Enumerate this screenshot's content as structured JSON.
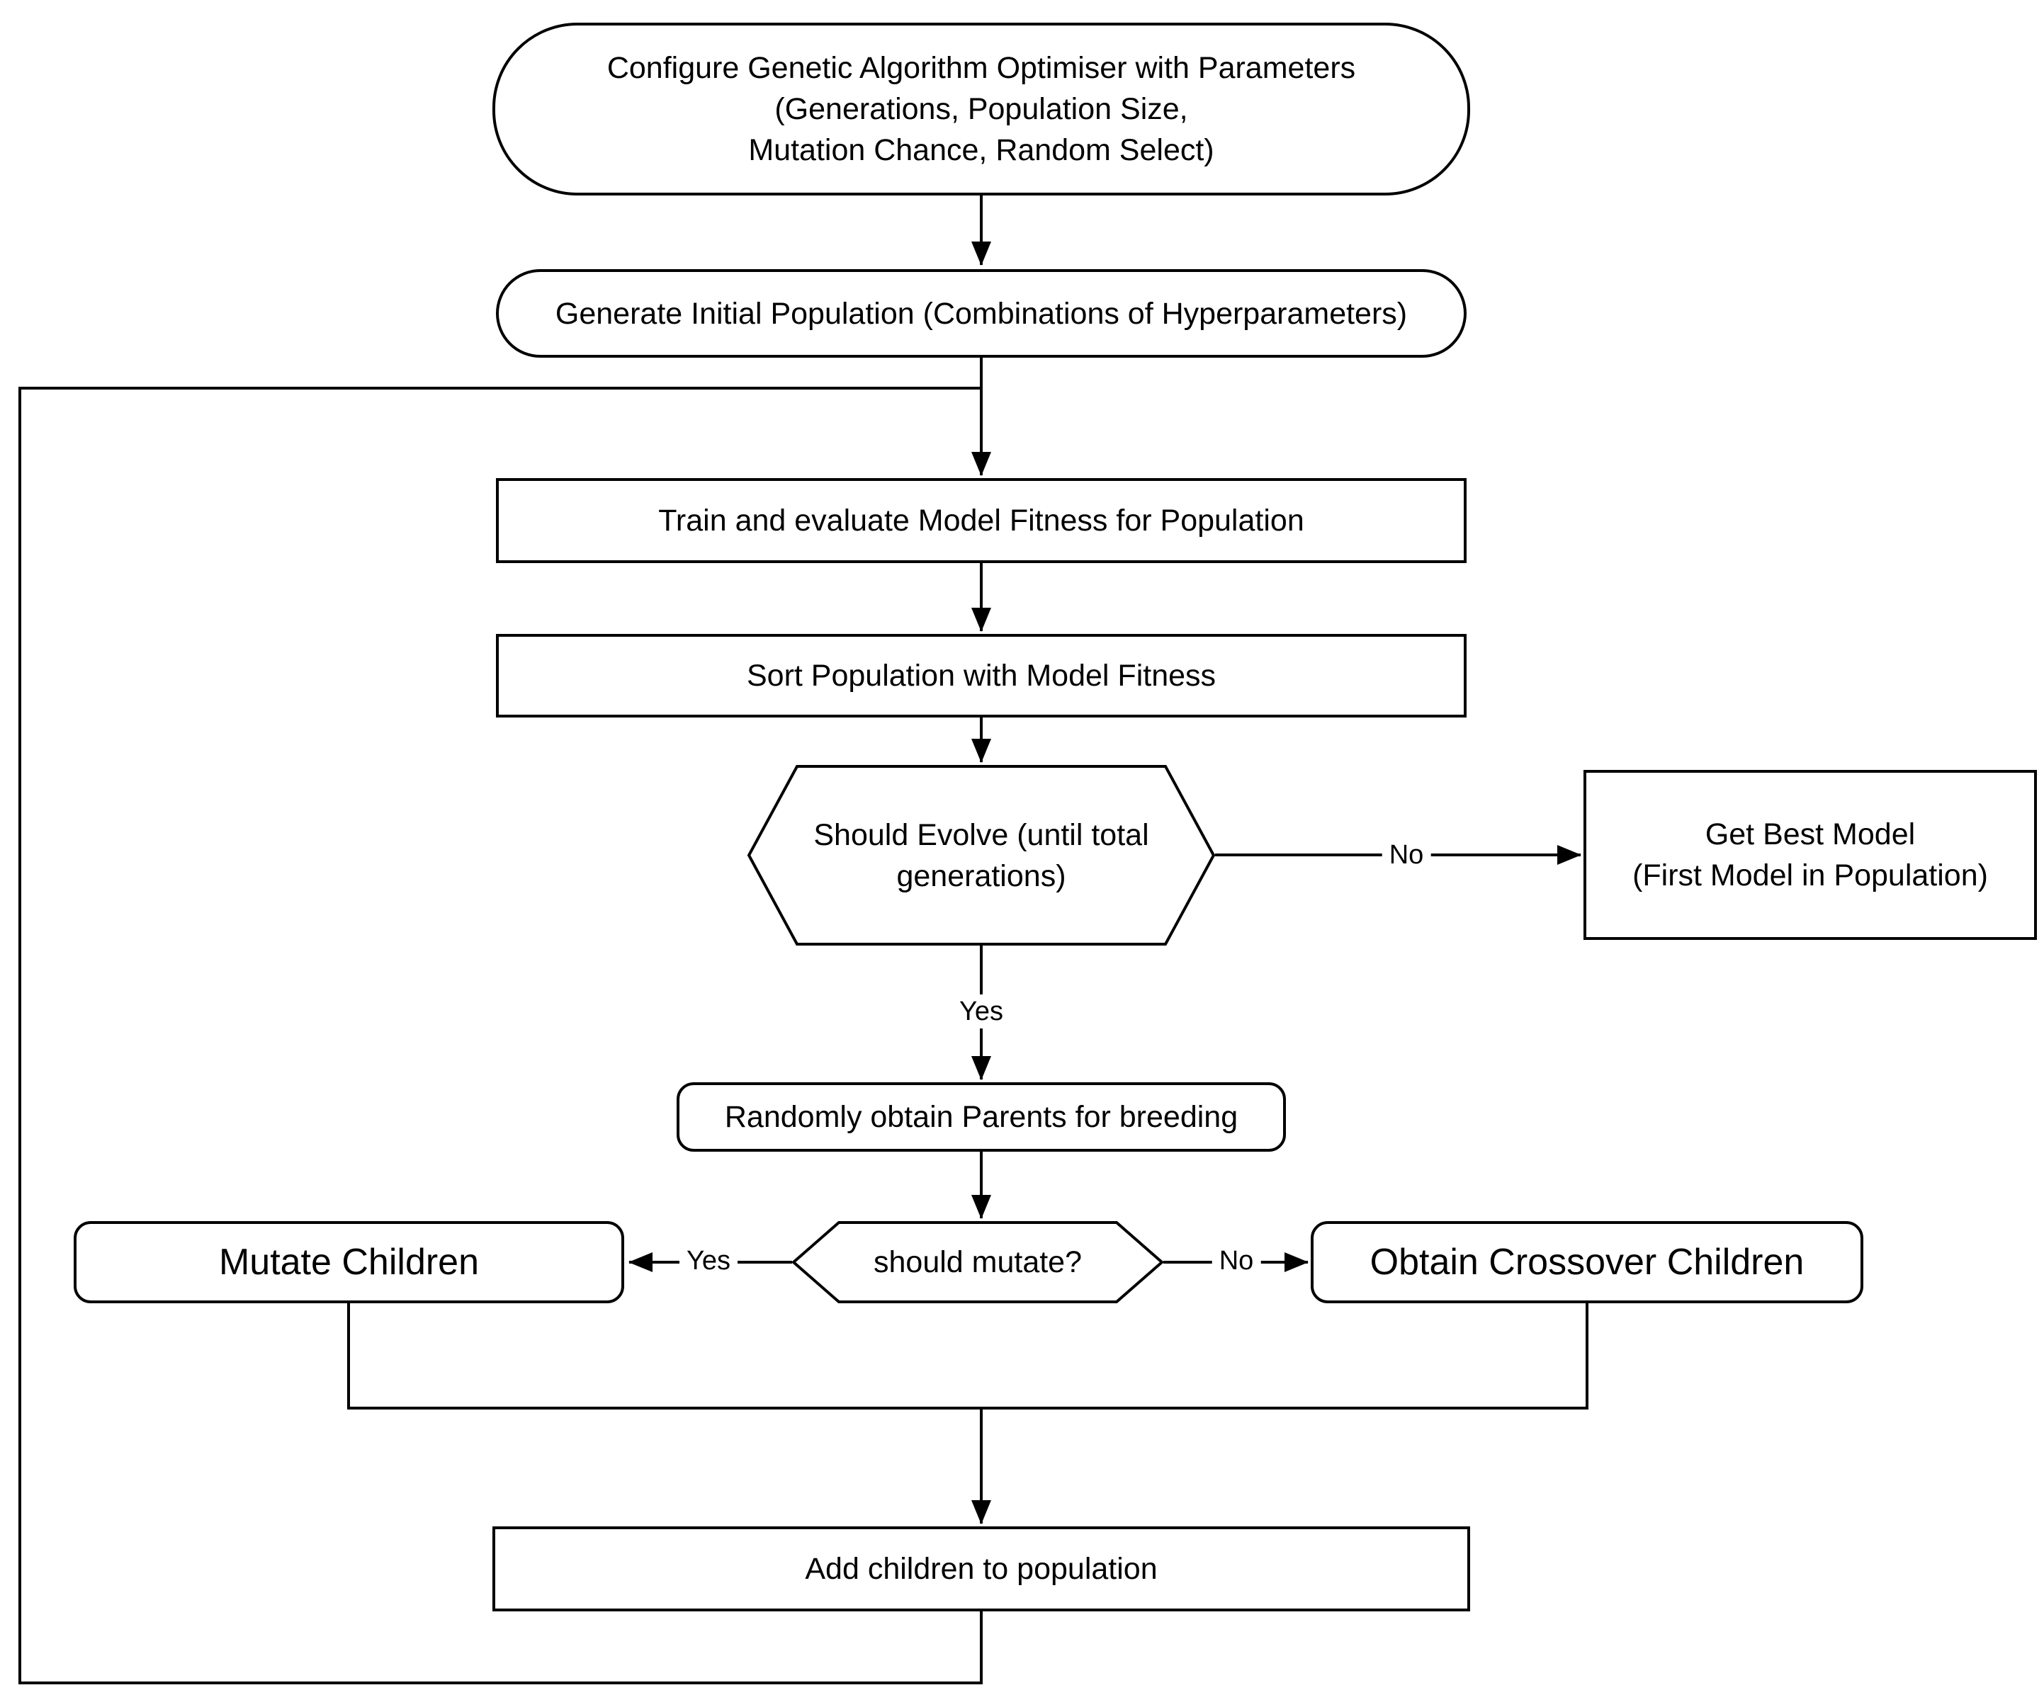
{
  "diagram": {
    "nodes": {
      "configure": {
        "label": "Configure Genetic Algorithm Optimiser with Parameters\n(Generations, Population Size,\nMutation Chance, Random Select)"
      },
      "generate_initial": {
        "label": "Generate Initial Population (Combinations of Hyperparameters)"
      },
      "train_evaluate": {
        "label": "Train and evaluate Model Fitness for Population"
      },
      "sort_population": {
        "label": "Sort Population with Model Fitness"
      },
      "should_evolve": {
        "label": "Should Evolve (until total\ngenerations)"
      },
      "get_best_model": {
        "label": "Get Best Model\n(First Model in Population)"
      },
      "obtain_parents": {
        "label": "Randomly obtain Parents for breeding"
      },
      "should_mutate": {
        "label": "should mutate?"
      },
      "mutate_children": {
        "label": "Mutate Children"
      },
      "crossover_children": {
        "label": "Obtain Crossover Children"
      },
      "add_children": {
        "label": "Add children to population"
      }
    },
    "edge_labels": {
      "should_evolve_no": "No",
      "should_evolve_yes": "Yes",
      "should_mutate_yes": "Yes",
      "should_mutate_no": "No"
    },
    "colors": {
      "stroke": "#000000",
      "shape_fill": "#ffffff",
      "background": "#ffffff"
    }
  }
}
